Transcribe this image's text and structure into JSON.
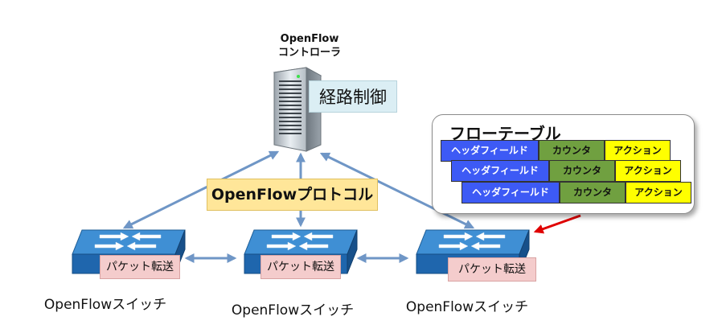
{
  "controller": {
    "label_line1": "OpenFlow",
    "label_line2": "コントローラ",
    "route_label": "経路制御"
  },
  "protocol_label": "OpenFlowプロトコル",
  "switches": [
    {
      "forward_label": "パケット転送",
      "name": "OpenFlowスイッチ"
    },
    {
      "forward_label": "パケット転送",
      "name": "OpenFlowスイッチ"
    },
    {
      "forward_label": "パケット転送",
      "name": "OpenFlowスイッチ"
    }
  ],
  "flow_table": {
    "title": "フローテーブル",
    "rows": [
      {
        "header_field": "ヘッダフィールド",
        "counter": "カウンタ",
        "action": "アクション"
      },
      {
        "header_field": "ヘッダフィールド",
        "counter": "カウンタ",
        "action": "アクション"
      },
      {
        "header_field": "ヘッダフィールド",
        "counter": "カウンタ",
        "action": "アクション"
      }
    ]
  },
  "colors": {
    "arrow": "#6f96c6",
    "pointer_arrow": "#e00000",
    "header_field": "#3d5af5",
    "counter": "#70a040",
    "action": "#ffff00",
    "protocol_box": "#ffe699",
    "forward_box": "#f4cccc",
    "route_box": "#dbeef4"
  }
}
